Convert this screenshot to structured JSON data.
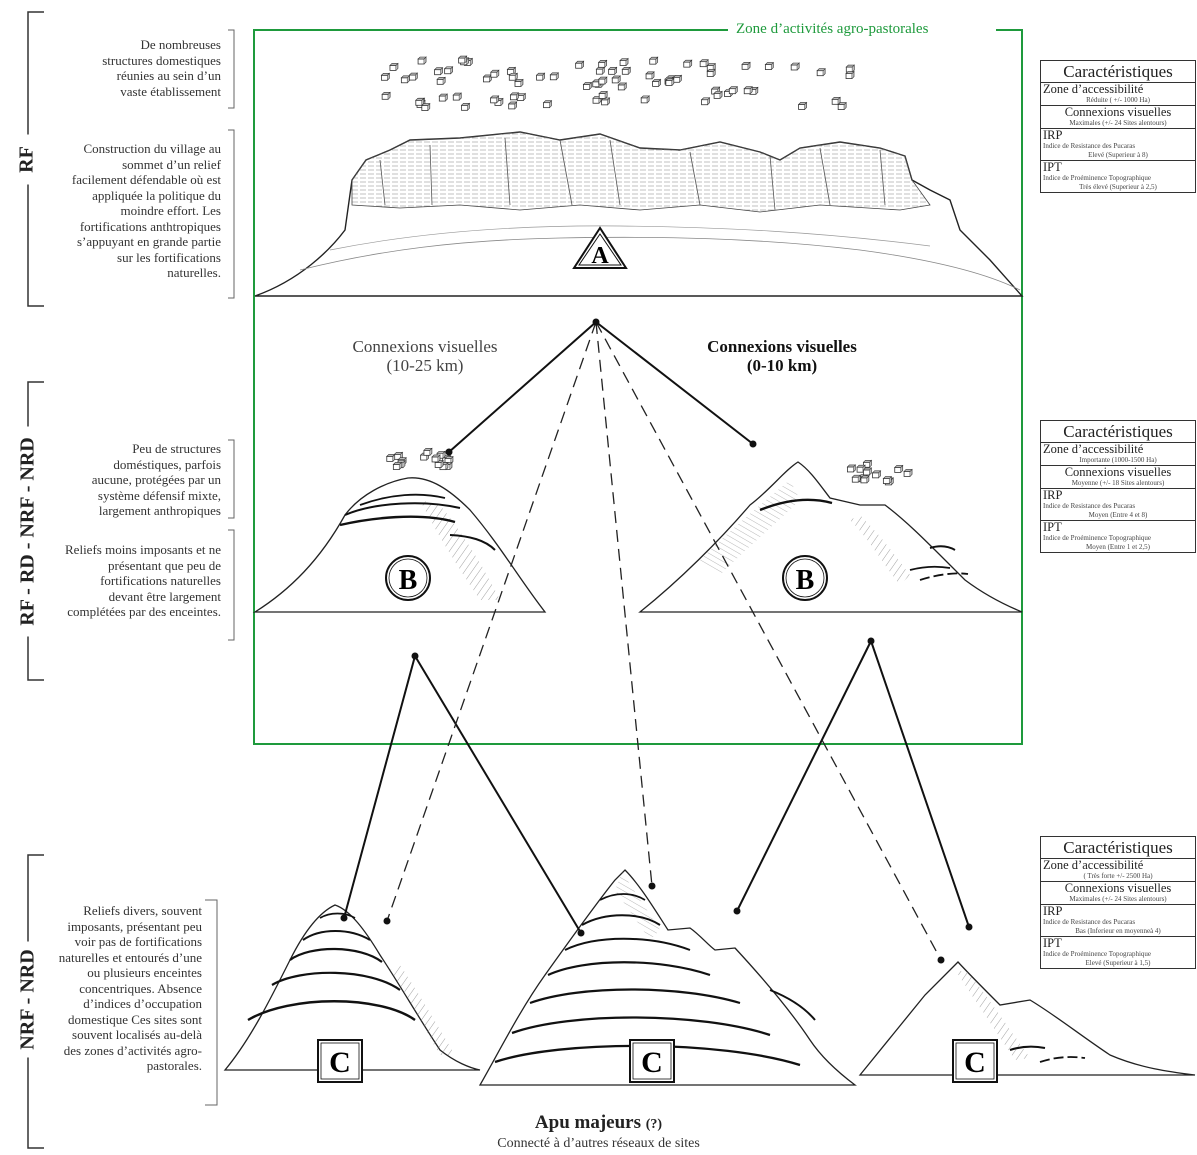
{
  "zone_label": "Zone d’activités agro-pastorales",
  "side_labels": {
    "top": "RF",
    "middle": "RF - RD - NRF - NRD",
    "bottom": "NRF - NRD"
  },
  "descriptions": {
    "top_1": "De nombreuses structures domestiques réunies au sein d’un vaste établissement",
    "top_2": "Construction du village au sommet d’un relief facilement défendable où est appliquée la politique du moindre effort. Les fortifications anthtropiques s’appuyant en grande partie sur les fortifications naturelles.",
    "middle_1": "Peu de structures doméstiques, parfois aucune, protégées par un système défensif mixte, largement anthropiques",
    "middle_2": "Reliefs moins imposants et ne présentant que peu de fortifications naturelles devant être largement complétées par des enceintes.",
    "bottom_1": "Reliefs divers, souvent imposants, présentant peu voir pas de fortifications naturelles et entourés d’une ou plusieurs enceintes concentriques. Absence d’indices d’occupation domestique Ces sites sont souvent localisés au-delà des zones d’activités agro-pastorales."
  },
  "visual_labels": {
    "left_line1": "Connexions visuelles",
    "left_line2": "(10-25 km)",
    "right_line1": "Connexions visuelles",
    "right_line2": "(0-10 km)"
  },
  "site_letters": {
    "a": "A",
    "b": "B",
    "c": "C"
  },
  "characteristics": {
    "title": "Caractéristiques",
    "zone_label": "Zone d’accessibilité",
    "visual_label": "Connexions visuelles",
    "irp_label": "IRP",
    "irp_sub": "Indice de Resistance des Pucaras",
    "ipt_label": "IPT",
    "ipt_sub": "Indice de Proéminence Topographique",
    "A": {
      "zone": "Réduite ( +/- 1000 Ha)",
      "visual": "Maximales (+/- 24 Sites alentours)",
      "irp": "Elevé (Superieur à 8)",
      "ipt": "Très élevé (Superieur à 2,5)"
    },
    "B": {
      "zone": "Importante (1000-1500 Ha)",
      "visual": "Moyenne (+/- 18 Sites alentours)",
      "irp": "Moyen (Entre 4 et 8)",
      "ipt": "Moyen (Entre 1 et 2,5)"
    },
    "C": {
      "zone": "( Très forte +/- 2500 Ha)",
      "visual": "Maximales (+/- 24 Sites alentours)",
      "irp": "Bas (Inferieur en moyenneà 4)",
      "ipt": "Elevé (Superieur à 1,5)"
    }
  },
  "bottom": {
    "title": "Apu majeurs",
    "title_suffix": "(?)",
    "subtitle": "Connecté à d’autres réseaux de sites"
  },
  "colors": {
    "zone": "#1e9a3c",
    "ink": "#222222"
  }
}
